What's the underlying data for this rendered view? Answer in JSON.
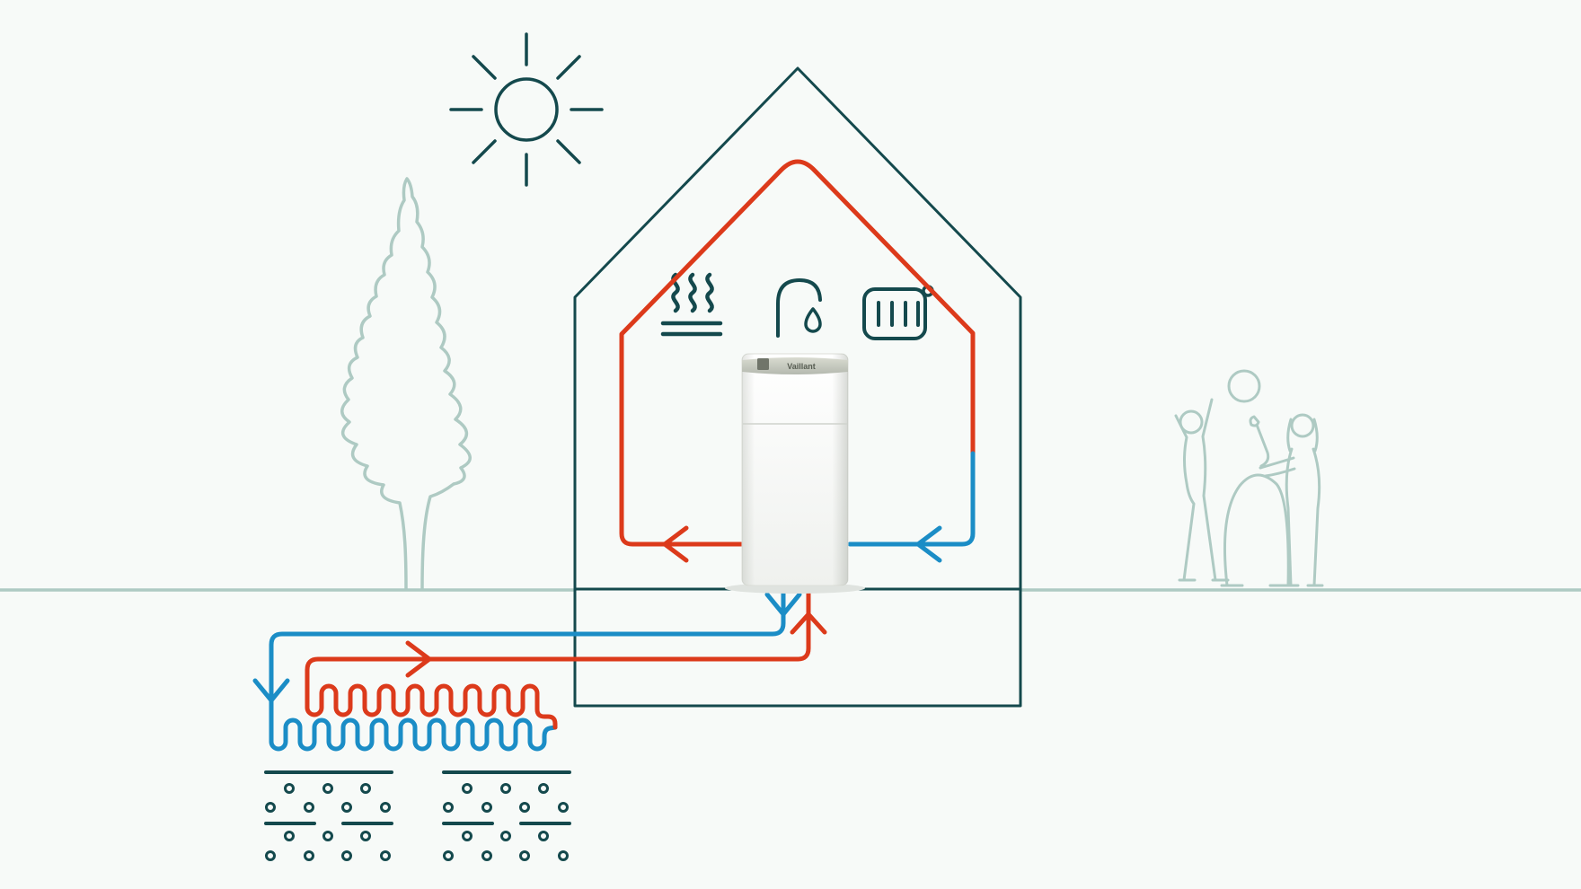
{
  "unit": {
    "brand_label": "Vaillant"
  },
  "colors": {
    "background": "#f7faf8",
    "outline": "#14494d",
    "hot": "#dc3a1b",
    "cold": "#1b8dc6",
    "subtle": "#aecac3",
    "unit_band_light": "#d9dbd0",
    "unit_band_dark": "#b4b9af",
    "unit_body_top": "#ffffff",
    "unit_body_bottom": "#eff1ee",
    "logo_text": "#565c51"
  },
  "icons": [
    {
      "name": "sun-icon"
    },
    {
      "name": "tree-illustration"
    },
    {
      "name": "floor-heating-icon"
    },
    {
      "name": "hot-water-tap-icon"
    },
    {
      "name": "water-drop-icon"
    },
    {
      "name": "radiator-icon"
    },
    {
      "name": "heat-pump-unit"
    },
    {
      "name": "children-playing-illustration"
    },
    {
      "name": "ball-icon"
    },
    {
      "name": "soil-symbol"
    },
    {
      "name": "flow-arrow-icon"
    }
  ]
}
